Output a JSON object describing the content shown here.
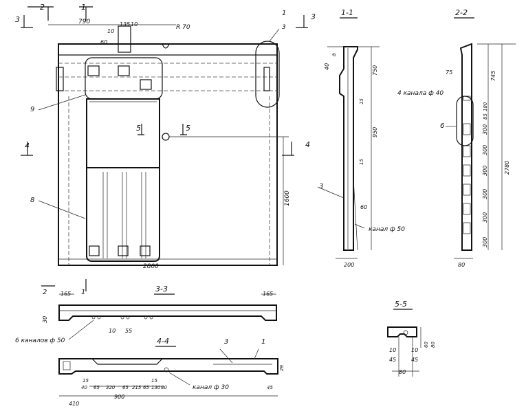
{
  "main_view": {
    "section_marks": [
      "2",
      "1",
      "3",
      "3"
    ],
    "dims": {
      "d790": "790",
      "d10a": "10",
      "d135": "135",
      "d10b": "10",
      "r70": "R 70",
      "d60": "60",
      "d2800": "2800",
      "d1600": "1600"
    },
    "callouts": {
      "c1": "1",
      "c3": "3",
      "c9": "9",
      "c8": "8"
    },
    "cuts": {
      "cut4_left": "4",
      "cut4_right": "4",
      "cut5_left": "5",
      "cut5_right": "5"
    }
  },
  "section_1_1": {
    "title": "1-1",
    "dims": {
      "d40": "40",
      "da": "a",
      "d750": "750",
      "d15a": "15",
      "d950": "950",
      "d15b": "15",
      "d60": "60",
      "d200": "200"
    },
    "callout": "3",
    "channel_label": "канал ф 50"
  },
  "section_2_2": {
    "title": "2-2",
    "dims": {
      "d75": "75",
      "d745": "745",
      "d180": "180",
      "d85": "85",
      "d300a": "300",
      "d300b": "300",
      "d300c": "300",
      "d300d": "300",
      "d300e": "300",
      "d300f": "300",
      "d2780": "2780",
      "d80": "80"
    },
    "channel_label": "4 канала ф 40",
    "callout": "6"
  },
  "section_3_3": {
    "title": "3-3",
    "dims": {
      "d165l": "165",
      "d165r": "165",
      "d30": "30",
      "d10": "10",
      "d55": "55"
    },
    "marks": {
      "m2": "2",
      "m1": "1"
    },
    "channel_label": "6 каналов ф 50"
  },
  "section_4_4": {
    "title": "4-4",
    "callouts": {
      "c3": "3",
      "c1": "1"
    },
    "dims": {
      "d15a": "15",
      "d40": "40",
      "d65a": "65",
      "d320": "320",
      "d65b": "65",
      "d215": "215",
      "d65c": "65",
      "d130": "130",
      "d80": "80",
      "d15b": "15",
      "d900": "900",
      "d410": "410",
      "d45": "45",
      "d29": "29"
    },
    "channel_label": "канал ф 30"
  },
  "section_5_5": {
    "title": "5-5",
    "dims": {
      "d10a": "10",
      "d10b": "10",
      "d45a": "45",
      "d45b": "45",
      "d80": "80",
      "d60": "60",
      "d80v": "80"
    }
  }
}
